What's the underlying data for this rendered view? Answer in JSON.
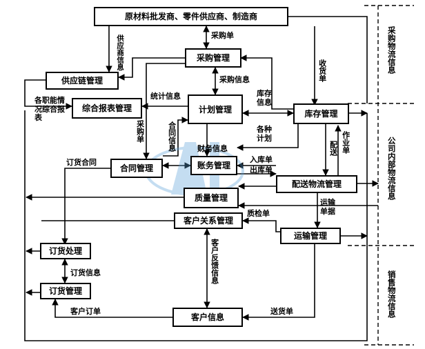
{
  "nodes": {
    "suppliers": "原材料批发商、零件供应商、制造商",
    "purchasing": "采购管理",
    "supply_chain": "供应链管理",
    "report": "综合报表管理",
    "planning": "计划管理",
    "inventory": "库存管理",
    "contract": "合同管理",
    "accounting": "账务管理",
    "distribution": "配送物流管理",
    "quality": "质量管理",
    "crm": "客户关系管理",
    "transport": "运输管理",
    "order_processing": "订货处理",
    "order_management": "订货管理",
    "customer_info": "客户信息"
  },
  "labels": {
    "purchase_order_top": "采购单",
    "supplier_info": "供应商信息",
    "receipt": "收货单",
    "purchase_info": "采购信息",
    "stats_info": "统计信息",
    "inventory_info": "库存信息",
    "departments_report": "各职能情况综合报表",
    "purchase_order_left": "采购单",
    "contract_info": "合同信息",
    "various_plans": "各种计划",
    "finance_info": "财务信息",
    "distribution_label": "配送",
    "work_order": "作业单",
    "order_contract": "订货合同",
    "inbound": "入库单",
    "outbound": "出库单",
    "transport_doc": "运输单据",
    "inspection": "质检单",
    "customer_feedback": "客户反馈信息",
    "order_info": "订货信息",
    "customer_order": "客户订单",
    "delivery_note": "送货单"
  },
  "bands": {
    "purchasing": "采购物流信息",
    "internal": "公司内部物流信息",
    "sales": "销售物流信息"
  }
}
